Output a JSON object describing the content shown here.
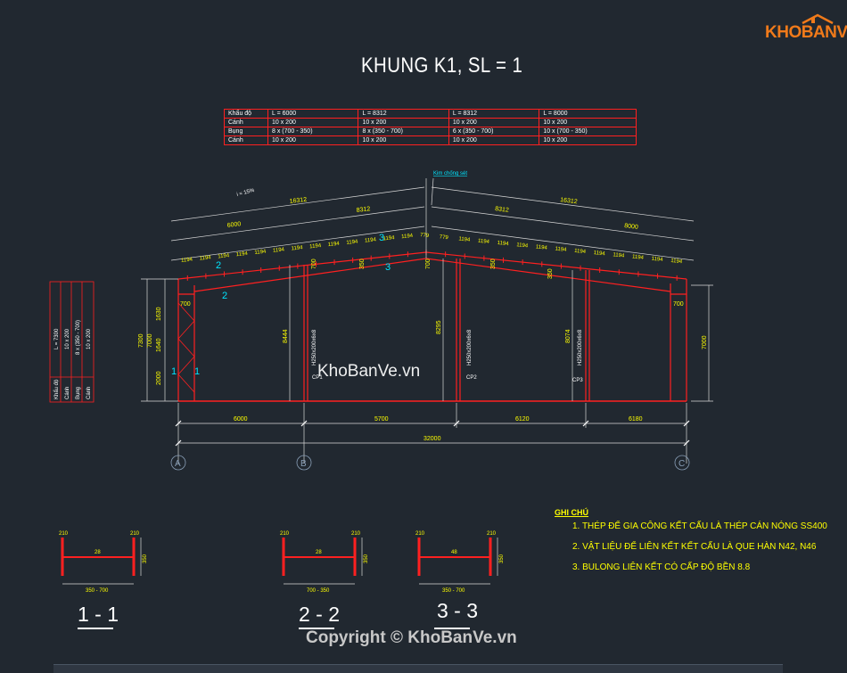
{
  "logo": {
    "text": "KHOBANVE"
  },
  "title": "KHUNG K1, SL = 1",
  "schedule_table": {
    "rows": [
      [
        "Khẩu độ",
        "L = 6000",
        "L = 8312",
        "L = 8312",
        "L = 8000"
      ],
      [
        "Cánh",
        "10 x 200",
        "10 x 200",
        "10 x 200",
        "10 x 200"
      ],
      [
        "Bụng",
        "8 x (700 - 350)",
        "8 x (350 - 700)",
        "6 x (350 - 700)",
        "10 x (700 - 350)"
      ],
      [
        "Cánh",
        "10 x 200",
        "10 x 200",
        "10 x 200",
        "10 x 200"
      ]
    ]
  },
  "side_table": {
    "rows": [
      "L = 7300",
      "10 x 200",
      "8 x (350 - 700)",
      "10 x 200"
    ],
    "header": [
      "Khẩu độ",
      "Cánh",
      "Bụng",
      "Cánh"
    ]
  },
  "frame": {
    "lightning_label": "Kim chống sét",
    "slope_label": "i = 15%",
    "top_dims": [
      "16312",
      "6000",
      "8312",
      "8312",
      "16312",
      "8000"
    ],
    "purlin_spacing": [
      "1194",
      "1194",
      "1194",
      "1194",
      "1194",
      "1194",
      "1194",
      "1194",
      "1194",
      "1194",
      "1194",
      "1194",
      "1194",
      "779",
      "779",
      "1194",
      "1194",
      "1194",
      "1194",
      "1194",
      "1194",
      "1194",
      "1194",
      "1194",
      "1194",
      "1194",
      "1194"
    ],
    "bottom_dims": [
      "6000",
      "5700",
      "6120",
      "6180"
    ],
    "total_dim": "32000",
    "axes": [
      "A",
      "B",
      "C"
    ],
    "left_heights": [
      "7300",
      "1630",
      "2000",
      "1640",
      "7000"
    ],
    "right_height": "7000",
    "column_heights": [
      "8444",
      "8295",
      "8074"
    ],
    "column_labels": [
      "H250x200x6x8",
      "H250x200x6x8",
      "H250x200x6x8"
    ],
    "column_tags": [
      "CP1",
      "CP2",
      "CP3"
    ],
    "depths": [
      "700",
      "700",
      "350",
      "700",
      "350",
      "350",
      "700"
    ],
    "section_marks": [
      "1",
      "1",
      "2",
      "2",
      "3",
      "3"
    ]
  },
  "sections": [
    {
      "label": "1 - 1",
      "top": "210",
      "mid": "28",
      "depth": "350",
      "width": "350 - 700"
    },
    {
      "label": "2 - 2",
      "top": "210",
      "mid": "28",
      "depth": "350",
      "width": "700 - 350"
    },
    {
      "label": "3 - 3",
      "top": "210",
      "mid": "48",
      "depth": "350",
      "width": "350 - 700"
    }
  ],
  "notes": {
    "title": "GHI CHÚ",
    "items": [
      "1. THÉP ĐỂ GIA CÔNG KẾT CẤU LÀ THÉP CÁN NÓNG SS400",
      "2. VẬT LIỆU ĐỂ LIÊN KẾT KẾT CẤU LÀ QUE HÀN N42, N46",
      "3. BULONG LIÊN KẾT CÓ CẤP ĐỘ BỀN 8.8"
    ]
  },
  "watermark": "KhoBanVe.vn",
  "copyright": "Copyright © KhoBanVe.vn",
  "colors": {
    "background": "#212830",
    "frame": "#ff2020",
    "dimension": "#ffffff",
    "text_yellow": "#ffff00",
    "mark_cyan": "#00e5ff",
    "logo_orange": "#f07a1a"
  }
}
